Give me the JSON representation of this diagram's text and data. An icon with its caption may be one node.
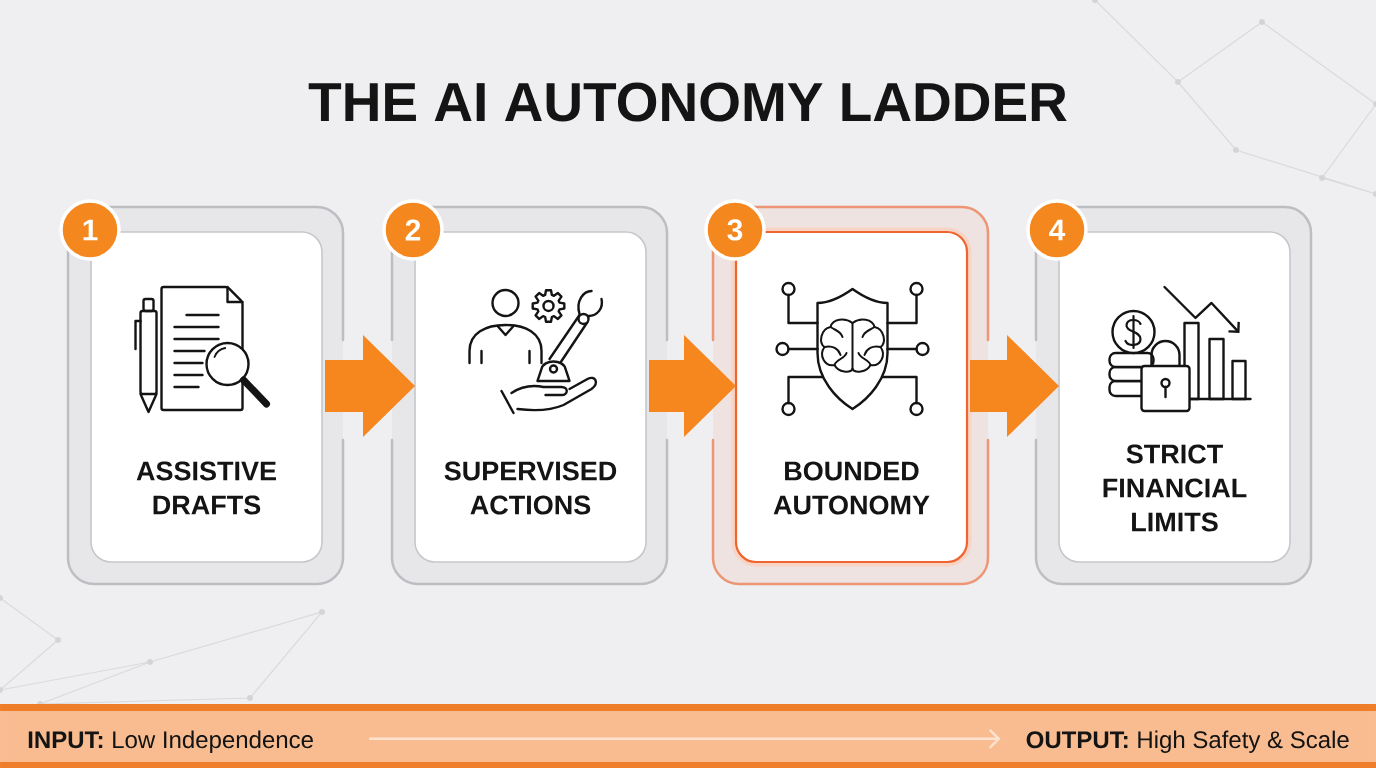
{
  "diagram": {
    "title": "THE AI AUTONOMY LADDER",
    "nodes": [
      {
        "text": [],
        "shape": "box"
      },
      {
        "text": [
          "1"
        ]
      },
      {
        "text": [
          "ASSISTIVE DRAFTS"
        ],
        "in": 0
      },
      {
        "text": [],
        "shape": "box"
      },
      {
        "text": [
          "2"
        ]
      },
      {
        "text": [
          "SUPERVISED ACTIONS"
        ],
        "in": 3
      },
      {
        "text": [],
        "shape": "box"
      },
      {
        "text": [
          "3"
        ]
      },
      {
        "text": [
          "BOUNDED AUTONOMY"
        ],
        "in": 6
      },
      {
        "text": [],
        "shape": "box"
      },
      {
        "text": [
          "4"
        ]
      },
      {
        "text": [
          "STRICT FINANCIAL LIMITS"
        ],
        "in": 9
      },
      {
        "text": [],
        "shape": "bar"
      },
      {
        "text": [
          "**INPUT:** Low Independence"
        ],
        "in": 12
      },
      {
        "text": [
          "**OUTPUT:** High Safety & Scale"
        ],
        "in": 12
      }
    ],
    "edges": [
      {
        "from": 2,
        "to": 5,
        "arrow": "to",
        "style": "thick"
      },
      {
        "from": 5,
        "to": 8,
        "arrow": "to",
        "style": "thick"
      },
      {
        "from": 8,
        "to": 11,
        "arrow": "to",
        "style": "thick"
      },
      {
        "from": 13,
        "to": 14,
        "arrow": "to",
        "color": "#fde3cf"
      }
    ]
  }
}
